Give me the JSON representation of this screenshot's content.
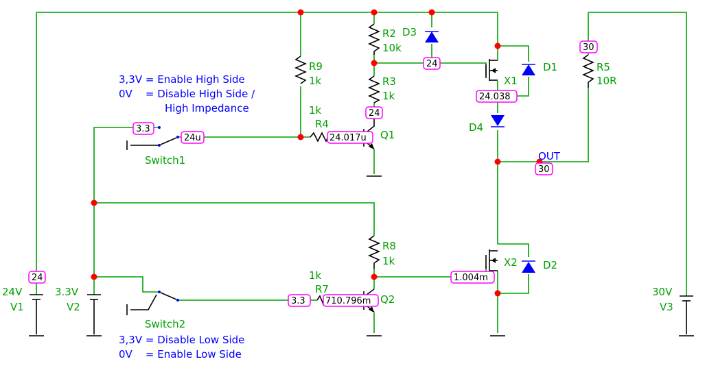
{
  "components": {
    "v1": {
      "name": "V1",
      "value": "24V"
    },
    "v2": {
      "name": "V2",
      "value": "3.3V"
    },
    "v3": {
      "name": "V3",
      "value": "30V"
    },
    "r2": {
      "name": "R2",
      "value": "10k"
    },
    "r3": {
      "name": "R3",
      "value": "1k"
    },
    "r4": {
      "name": "R4",
      "value": "1k"
    },
    "r5": {
      "name": "R5",
      "value": "10R"
    },
    "r7": {
      "name": "R7",
      "value": "1k"
    },
    "r8": {
      "name": "R8",
      "value": "1k"
    },
    "r9": {
      "name": "R9",
      "value": "1k"
    },
    "q1": {
      "name": "Q1"
    },
    "q2": {
      "name": "Q2"
    },
    "x1": {
      "name": "X1"
    },
    "x2": {
      "name": "X2"
    },
    "d1": {
      "name": "D1"
    },
    "d2": {
      "name": "D2"
    },
    "d3": {
      "name": "D3"
    },
    "d4": {
      "name": "D4"
    },
    "switch1": {
      "name": "Switch1"
    },
    "switch2": {
      "name": "Switch2"
    },
    "out": {
      "name": "OUT"
    }
  },
  "probes": {
    "v1_top": "24",
    "q1_collector": "24",
    "x1_gate": "24",
    "x1_source": "24.038",
    "r5_top": "30",
    "out": "30",
    "switch1_in": "3.3",
    "switch1_out": "24u",
    "q1_base": "24.017u",
    "x2_gate": "1.004m",
    "switch2_out": "3.3",
    "q2_base": "710.796m"
  },
  "notes": {
    "high_side": [
      "3,3V = Enable High Side",
      "0V    = Disable High Side /",
      "High Impedance"
    ],
    "low_side": [
      "3,3V = Disable Low Side",
      "0V    = Enable Low Side"
    ]
  },
  "colors": {
    "wire": "#00a000",
    "node": "#ff0000",
    "probe": "#ff00ff",
    "note": "#0000ff",
    "diode": "#0000ff"
  }
}
